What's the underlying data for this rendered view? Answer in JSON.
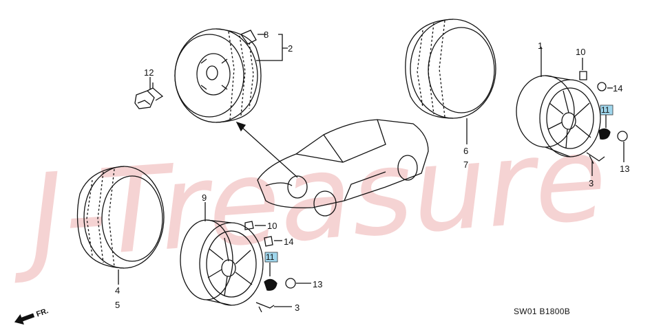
{
  "watermark": {
    "text": "J-Treasure",
    "color": "#f4cccc"
  },
  "diagram_code": "SW01 B1800B",
  "front_marker": "FR.",
  "highlight_color": "#9fd6ec",
  "callouts": {
    "c1": "1",
    "c2": "2",
    "c3a": "3",
    "c3b": "3",
    "c4": "4",
    "c5": "5",
    "c6": "6",
    "c7": "7",
    "c8": "8",
    "c9": "9",
    "c10a": "10",
    "c10b": "10",
    "c11a": "11",
    "c11b": "11",
    "c12": "12",
    "c13a": "13",
    "c13b": "13",
    "c14a": "14",
    "c14b": "14"
  }
}
